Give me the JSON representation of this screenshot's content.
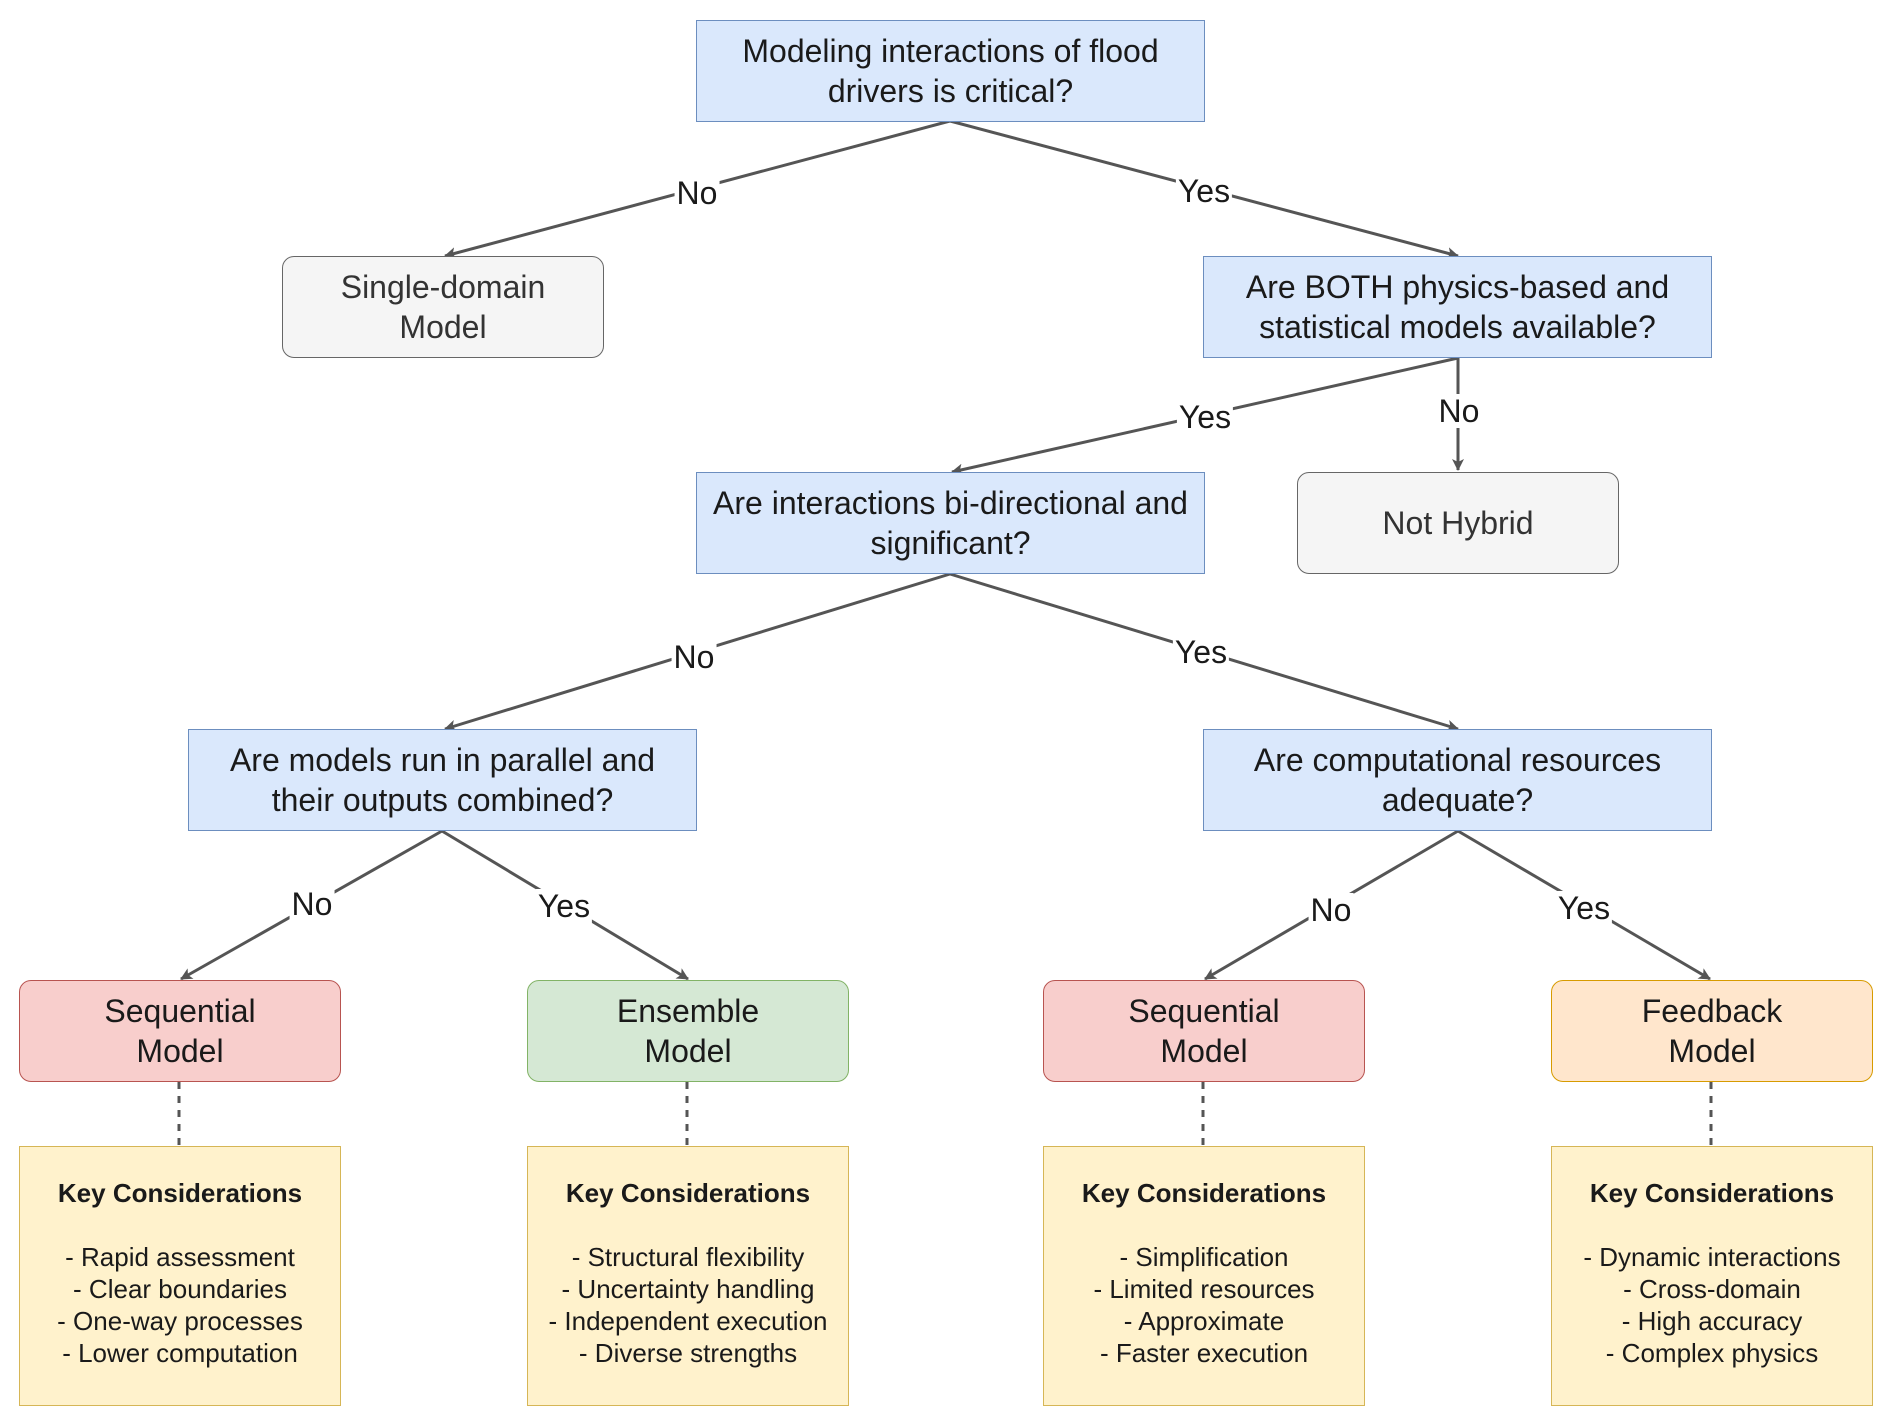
{
  "nodes": {
    "q1": [
      "Modeling interactions of flood",
      "drivers is critical?"
    ],
    "single": [
      "Single-domain",
      "Model"
    ],
    "q2": [
      "Are BOTH physics-based and",
      "statistical models available?"
    ],
    "q3": [
      "Are interactions bi-directional and",
      "significant?"
    ],
    "nothybrid": [
      "Not Hybrid"
    ],
    "q4": [
      "Are models run in parallel and",
      "their outputs combined?"
    ],
    "q5": [
      "Are computational resources",
      "adequate?"
    ],
    "seq1": [
      "Sequential",
      "Model"
    ],
    "ensemble": [
      "Ensemble",
      "Model"
    ],
    "seq2": [
      "Sequential",
      "Model"
    ],
    "feedback": [
      "Feedback",
      "Model"
    ]
  },
  "edge_labels": {
    "q1_no": "No",
    "q1_yes": "Yes",
    "q2_yes": "Yes",
    "q2_no": "No",
    "q3_no": "No",
    "q3_yes": "Yes",
    "q4_no": "No",
    "q4_yes": "Yes",
    "q5_no": "No",
    "q5_yes": "Yes"
  },
  "considerations": {
    "title": "Key Considerations",
    "seq1": [
      "- Rapid assessment",
      "- Clear boundaries",
      "- One-way processes",
      "- Lower computation"
    ],
    "ensemble": [
      "- Structural flexibility",
      "- Uncertainty handling",
      "- Independent execution",
      "- Diverse strengths"
    ],
    "seq2": [
      "- Simplification",
      "- Limited resources",
      "- Approximate",
      "- Faster execution"
    ],
    "feedback": [
      "- Dynamic interactions",
      "- Cross-domain",
      "- High accuracy",
      "- Complex physics"
    ]
  },
  "colors": {
    "question_fill": "#dae8fc",
    "question_stroke": "#6c8ebf",
    "terminal_fill": "#f5f5f5",
    "sequential_fill": "#f8cecc",
    "ensemble_fill": "#d5e8d4",
    "feedback_fill": "#ffe6cc",
    "considerations_fill": "#fff2cc",
    "edge": "#555555"
  }
}
